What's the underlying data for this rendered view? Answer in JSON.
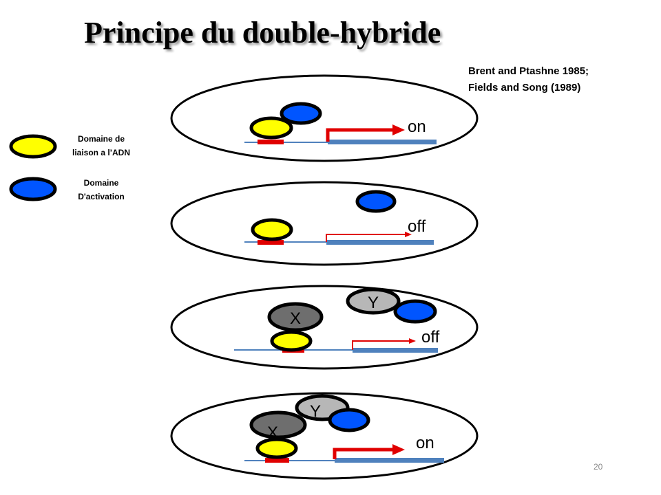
{
  "title": "Principe du double-hybride",
  "references": [
    "Brent and Ptashne 1985;",
    "Fields and Song (1989)"
  ],
  "legend": [
    {
      "lines": [
        "Domaine de",
        "liaison a l’ADN"
      ],
      "color": "#ffff00"
    },
    {
      "lines": [
        "Domaine",
        "D'activation"
      ],
      "color": "#0055ff"
    }
  ],
  "cells": [
    {
      "state": "on",
      "proteins": []
    },
    {
      "state": "off",
      "proteins": []
    },
    {
      "state": "off",
      "proteins": [
        "X",
        "Y"
      ]
    },
    {
      "state": "on",
      "proteins": [
        "X",
        "Y"
      ]
    }
  ],
  "colors": {
    "dna_binding": "#ffff00",
    "activation": "#0055ff",
    "promoter": "#e00000",
    "dna_line": "#4f81bd",
    "gene": "#4f81bd",
    "protein_x": "#6e6e6e",
    "protein_y": "#b7b7b7"
  },
  "page_number": "20"
}
